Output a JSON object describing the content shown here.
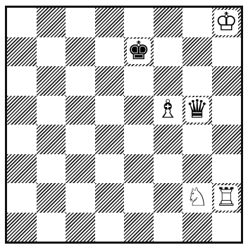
{
  "board": {
    "light_color": "#ffffff",
    "dark_color": "hatched",
    "pieces": [
      {
        "square": "h8",
        "type": "king",
        "color": "white",
        "glyph": "♔",
        "name": "white-king-h8"
      },
      {
        "square": "e7",
        "type": "king",
        "color": "black",
        "glyph": "♚",
        "name": "black-king-e7"
      },
      {
        "square": "f5",
        "type": "bishop",
        "color": "white",
        "glyph": "♗",
        "name": "white-bishop-f5"
      },
      {
        "square": "g5",
        "type": "queen",
        "color": "black",
        "glyph": "♛",
        "name": "black-queen-g5"
      },
      {
        "square": "g2",
        "type": "knight",
        "color": "white",
        "glyph": "♘",
        "name": "white-knight-g2"
      },
      {
        "square": "h2",
        "type": "rook",
        "color": "white",
        "glyph": "♖",
        "name": "white-rook-h2"
      }
    ]
  }
}
